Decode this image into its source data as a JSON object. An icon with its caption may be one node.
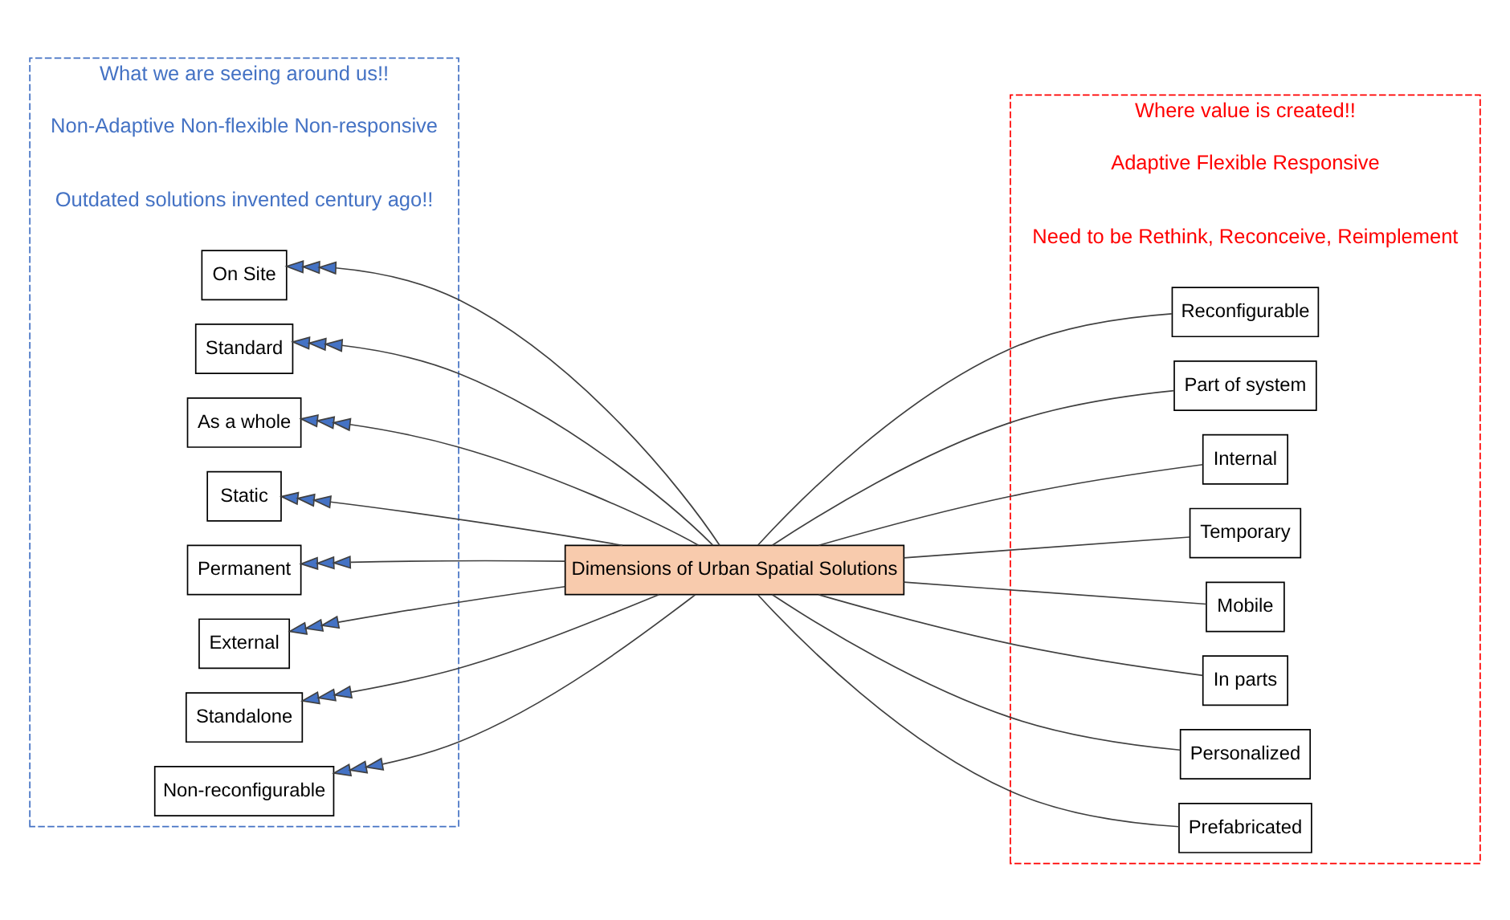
{
  "diagram": {
    "nodes": [
      {
        "text": [
          "What we are seeing around us!!"
        ]
      },
      {
        "text": [
          "Where value is created!!"
        ]
      },
      {
        "text": [
          "Dimensions of Urban Spatial Solutions"
        ]
      },
      {
        "text": [
          "On Site"
        ],
        "in": 0
      },
      {
        "text": [
          "Standard"
        ],
        "in": 0
      },
      {
        "text": [
          "As a whole"
        ],
        "in": 0
      },
      {
        "text": [
          "Static"
        ],
        "in": 0
      },
      {
        "text": [
          "Permanent"
        ],
        "in": 0
      },
      {
        "text": [
          "External"
        ],
        "in": 0
      },
      {
        "text": [
          "Standalone"
        ],
        "in": 0
      },
      {
        "text": [
          "Non-reconfigurable"
        ],
        "in": 0
      },
      {
        "text": [
          "Reconfigurable"
        ],
        "in": 1
      },
      {
        "text": [
          "Part of system"
        ],
        "in": 1
      },
      {
        "text": [
          "Internal"
        ],
        "in": 1
      },
      {
        "text": [
          "Temporary"
        ],
        "in": 1
      },
      {
        "text": [
          "Mobile"
        ],
        "in": 1
      },
      {
        "text": [
          "In parts"
        ],
        "in": 1
      },
      {
        "text": [
          "Personalized"
        ],
        "in": 1
      },
      {
        "text": [
          "Prefabricated"
        ],
        "in": 1
      }
    ],
    "edges": [
      {
        "from": 2,
        "to": 3,
        "arrow": "to"
      },
      {
        "from": 2,
        "to": 4,
        "arrow": "to"
      },
      {
        "from": 2,
        "to": 5,
        "arrow": "to"
      },
      {
        "from": 2,
        "to": 6,
        "arrow": "to"
      },
      {
        "from": 2,
        "to": 7,
        "arrow": "to"
      },
      {
        "from": 2,
        "to": 8,
        "arrow": "to"
      },
      {
        "from": 2,
        "to": 9,
        "arrow": "to"
      },
      {
        "from": 2,
        "to": 10,
        "arrow": "to"
      },
      {
        "from": 2,
        "to": 11,
        "arrow": "none"
      },
      {
        "from": 2,
        "to": 12,
        "arrow": "none"
      },
      {
        "from": 2,
        "to": 13,
        "arrow": "none"
      },
      {
        "from": 2,
        "to": 14,
        "arrow": "none"
      },
      {
        "from": 2,
        "to": 15,
        "arrow": "none"
      },
      {
        "from": 2,
        "to": 16,
        "arrow": "none"
      },
      {
        "from": 2,
        "to": 17,
        "arrow": "none"
      },
      {
        "from": 2,
        "to": 18,
        "arrow": "none"
      }
    ],
    "labels": [
      "Non-Adaptive Non-flexible Non-responsive",
      "Adaptive Flexible Responsive",
      "Outdated solutions invented century ago!!",
      "Need to be Rethink, Reconceive, Reimplement"
    ]
  }
}
